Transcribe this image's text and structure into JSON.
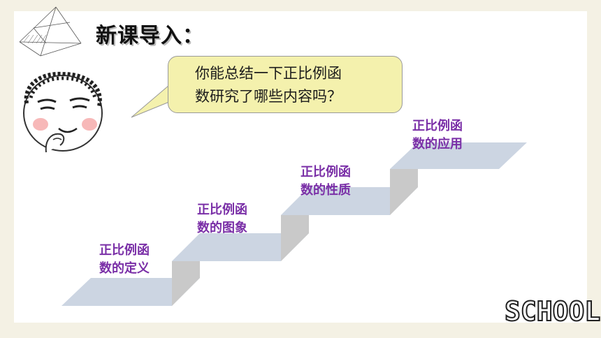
{
  "slide": {
    "title": "新课导入：",
    "speech": {
      "line1": "你能总结一下正比例函",
      "line2": "数研究了哪些内容吗？"
    },
    "steps": [
      {
        "line1": "正比例函",
        "line2": "数的定义"
      },
      {
        "line1": "正比例函",
        "line2": "数的图象"
      },
      {
        "line1": "正比例函",
        "line2": "数的性质"
      },
      {
        "line1": "正比例函",
        "line2": "数的应用"
      }
    ],
    "corner_word": "SCHOOL"
  },
  "colors": {
    "step_label": "#7a2fa7",
    "bubble": "#f4f1ad",
    "stair_top": "#ccd5e2",
    "stair_riser": "#c9c9c9"
  }
}
